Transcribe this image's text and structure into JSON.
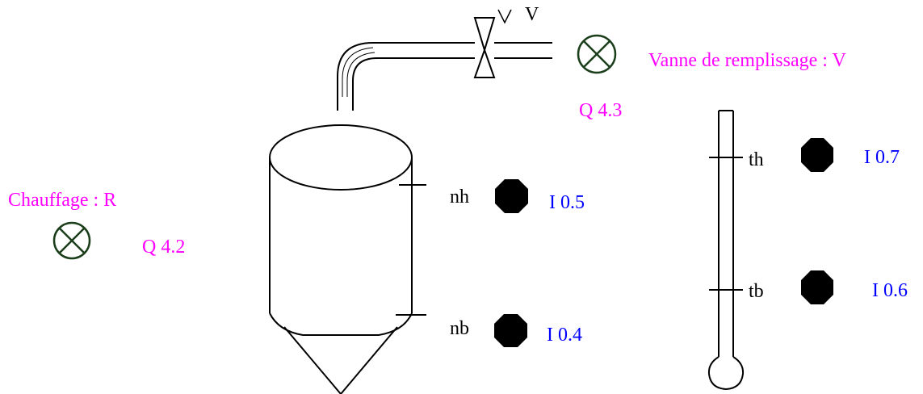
{
  "colors": {
    "magenta": "#ff00ff",
    "blue": "#0000ff",
    "lamp": "#1a3d1a",
    "line": "#000000",
    "sensor": "#000000"
  },
  "valve": {
    "tag": "V",
    "label": "Vanne de remplissage : V",
    "output": "Q 4.3",
    "icon": "lamp-cross-icon"
  },
  "heater": {
    "label": "Chauffage : R",
    "output": "Q 4.2",
    "icon": "lamp-cross-icon"
  },
  "tank": {
    "high_level": {
      "tag": "nh",
      "input": "I 0.5",
      "icon": "sensor-octagon-icon"
    },
    "low_level": {
      "tag": "nb",
      "input": "I 0.4",
      "icon": "sensor-octagon-icon"
    }
  },
  "thermometer": {
    "high_temp": {
      "tag": "th",
      "input": "I 0.7",
      "icon": "sensor-octagon-icon"
    },
    "low_temp": {
      "tag": "tb",
      "input": "I 0.6",
      "icon": "sensor-octagon-icon"
    }
  }
}
